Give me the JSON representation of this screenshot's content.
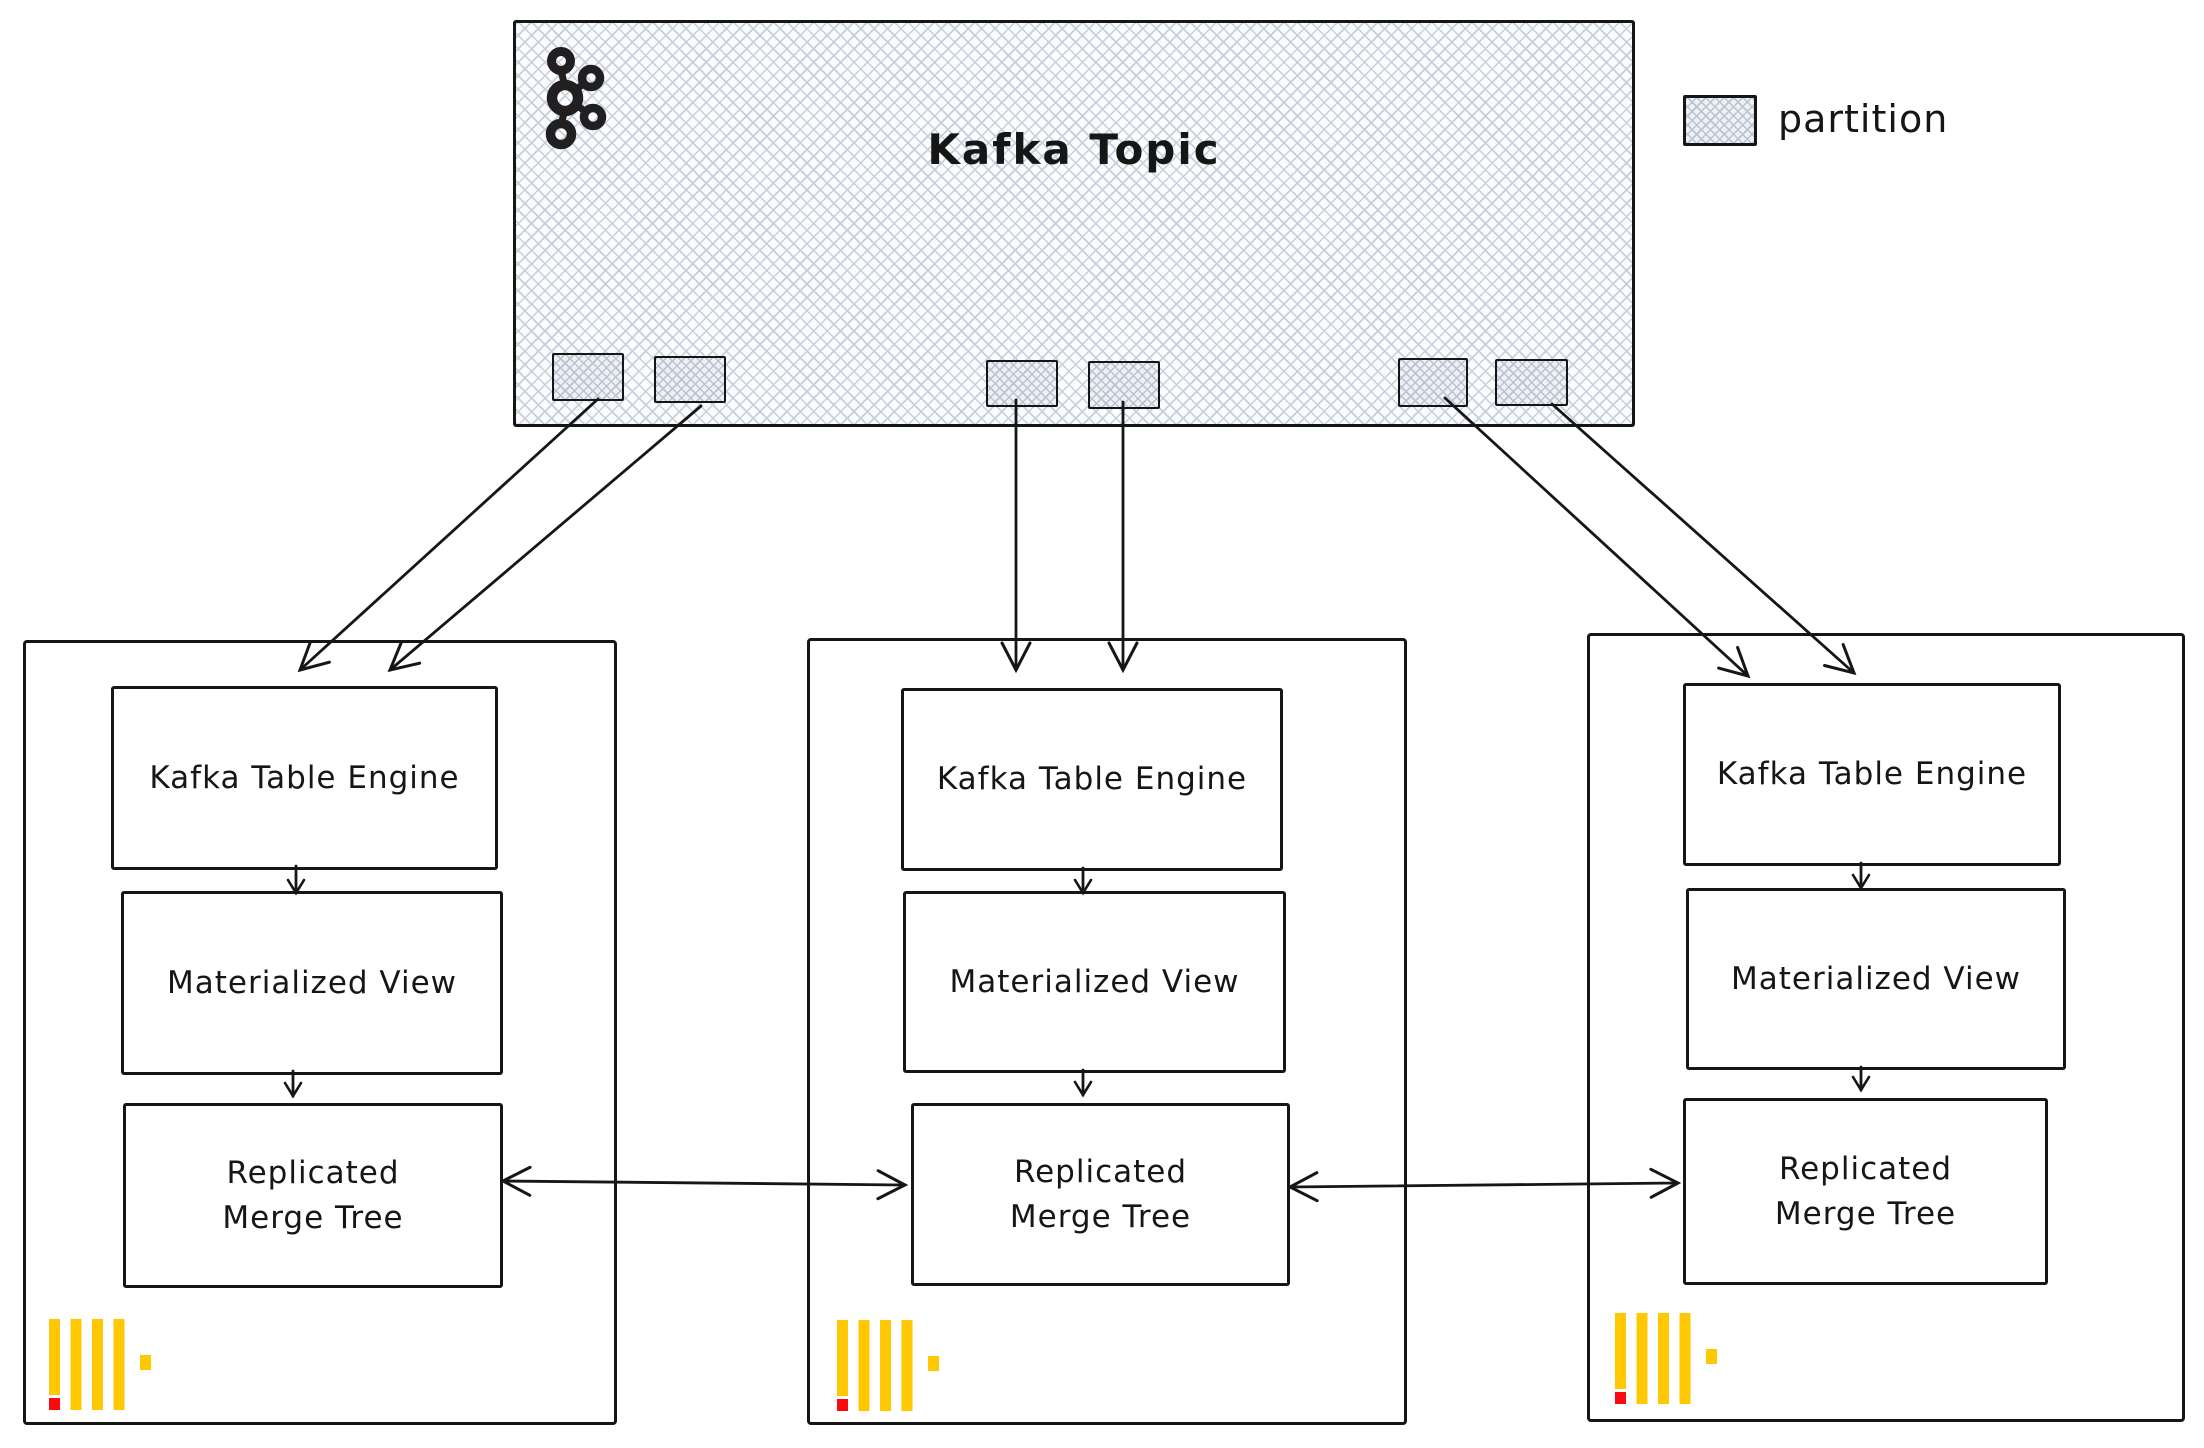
{
  "topic": {
    "title": "Kafka Topic",
    "partition_count": 6
  },
  "legend": {
    "label": "partition"
  },
  "nodes": [
    {
      "kafka_table_engine": "Kafka Table Engine",
      "materialized_view": "Materialized View",
      "replicated_line1": "Replicated",
      "replicated_line2": "Merge Tree"
    },
    {
      "kafka_table_engine": "Kafka Table Engine",
      "materialized_view": "Materialized View",
      "replicated_line1": "Replicated",
      "replicated_line2": "Merge Tree"
    },
    {
      "kafka_table_engine": "Kafka Table Engine",
      "materialized_view": "Materialized View",
      "replicated_line1": "Replicated",
      "replicated_line2": "Merge Tree"
    }
  ],
  "icons": {
    "kafka": "apache-kafka-logo",
    "clickhouse": "clickhouse-logo",
    "partition_swatch": "hatched-square"
  },
  "colors": {
    "ink": "#161616",
    "hatch_line": "#c7cfda",
    "hatch_line_dense": "#b9c3d1",
    "clickhouse_yellow": "#FFC803",
    "clickhouse_red": "#FA0A0F"
  }
}
